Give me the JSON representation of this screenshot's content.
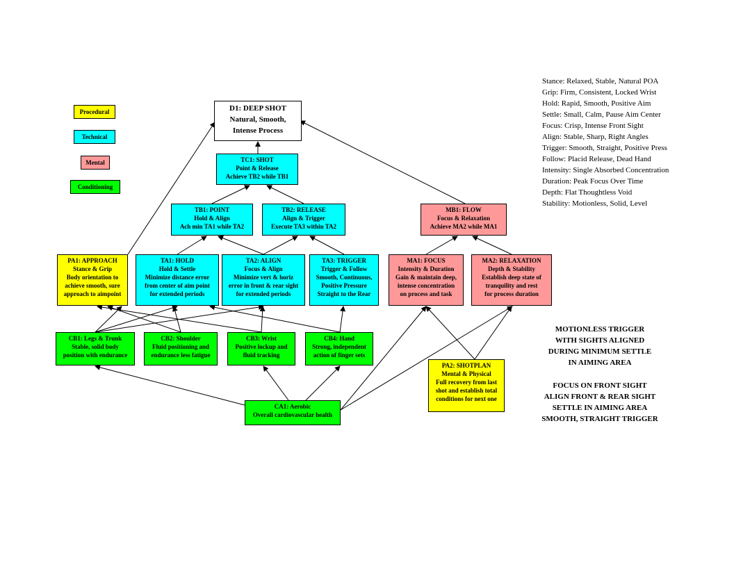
{
  "legend": {
    "procedural": "Procedural",
    "technical": "Technical",
    "mental": "Mental",
    "conditioning": "Conditioning"
  },
  "colors": {
    "procedural": "#ffff00",
    "technical": "#00ffff",
    "mental": "#ff9999",
    "conditioning": "#00ff00"
  },
  "nodes": {
    "d1": [
      "D1:  DEEP SHOT",
      "Natural, Smooth,",
      "Intense Process"
    ],
    "tc1": [
      "TC1:  SHOT",
      "Point & Release",
      "Achieve TB2 while TB1"
    ],
    "tb1": [
      "TB1:  POINT",
      "Hold & Align",
      "Ach min TA1 while TA2"
    ],
    "tb2": [
      "TB2:  RELEASE",
      "Align & Trigger",
      "Execute TA3 within TA2"
    ],
    "mb1": [
      "MB1:  FLOW",
      "Focus & Relaxation",
      "Achieve MA2 while MA1"
    ],
    "pa1": [
      "PA1:  APPROACH",
      "Stance & Grip",
      "Body orientation to",
      "achieve smooth, sure",
      "approach to aimpoint"
    ],
    "ta1": [
      "TA1:  HOLD",
      "Hold & Settle",
      "Minimize distance error",
      "from center of aim point",
      "for extended periods"
    ],
    "ta2": [
      "TA2:  ALIGN",
      "Focus & Align",
      "Minimize vert & horiz",
      "error in front & rear sight",
      "for extended periods"
    ],
    "ta3": [
      "TA3:  TRIGGER",
      "Trigger & Follow",
      "Smooth, Continuous,",
      "Positive Pressure",
      "Straight to the Rear"
    ],
    "ma1": [
      "MA1:  FOCUS",
      "Intensity & Duration",
      "Gain & maintain deep,",
      "intense concentration",
      "on process and task"
    ],
    "ma2": [
      "MA2:  RELAXATION",
      "Depth & Stability",
      "Establish deep state of",
      "tranquility and rest",
      "for process duration"
    ],
    "cb1": [
      "CB1:  Legs & Trunk",
      "Stable, solid body",
      "position with endurance"
    ],
    "cb2": [
      "CB2:  Shoulder",
      "Fluid positioning and",
      "endurance less fatigue"
    ],
    "cb3": [
      "CB3:  Wrist",
      "Positive lockup and",
      "fluid tracking"
    ],
    "cb4": [
      "CB4:  Hand",
      "Strong, independent",
      "action of finger sets"
    ],
    "pa2": [
      "PA2:  SHOTPLAN",
      "Mental & Physical",
      "Full recovery from last",
      "shot and establish total",
      "conditions for next one"
    ],
    "ca1": [
      "CA1:  Aerobic",
      "Overall cardiovascular health"
    ]
  },
  "definitions": [
    "Stance:  Relaxed, Stable, Natural POA",
    "Grip:  Firm, Consistent, Locked Wrist",
    "Hold:  Rapid, Smooth, Positive Aim",
    "Settle:  Small, Calm, Pause Aim Center",
    "Focus: Crisp,  Intense Front Sight",
    "Align:  Stable, Sharp, Right Angles",
    "Trigger:  Smooth, Straight, Positive Press",
    "Follow:  Placid Release, Dead Hand",
    "Intensity:  Single Absorbed Concentration",
    "Duration:  Peak Focus Over Time",
    "Depth:  Flat Thoughtless Void",
    "Stability:  Motionless, Solid,  Level"
  ],
  "summary1": [
    "MOTIONLESS  TRIGGER",
    "WITH SIGHTS ALIGNED",
    "DURING MINIMUM  SETTLE",
    "IN AIMING  AREA"
  ],
  "summary2": [
    "FOCUS ON FRONT  SIGHT",
    "ALIGN FRONT  & REAR SIGHT",
    "SETTLE IN AIMING  AREA",
    "SMOOTH, STRAIGHT  TRIGGER"
  ]
}
